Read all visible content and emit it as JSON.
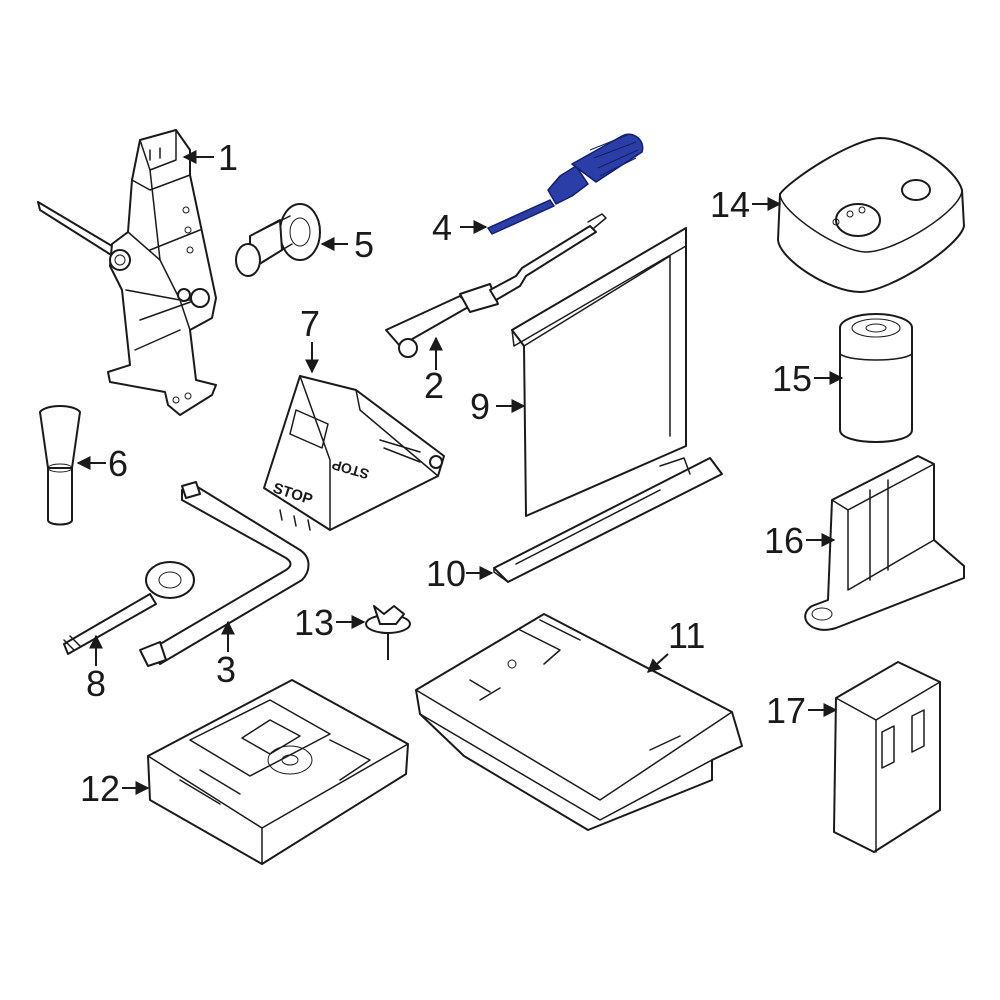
{
  "colors": {
    "line": "#1a1a1a",
    "highlight": "#2b3ea8",
    "background": "#ffffff"
  },
  "callouts": [
    {
      "id": 1,
      "label": "1"
    },
    {
      "id": 2,
      "label": "2"
    },
    {
      "id": 3,
      "label": "3"
    },
    {
      "id": 4,
      "label": "4",
      "highlighted": true
    },
    {
      "id": 5,
      "label": "5"
    },
    {
      "id": 6,
      "label": "6"
    },
    {
      "id": 7,
      "label": "7"
    },
    {
      "id": 8,
      "label": "8"
    },
    {
      "id": 9,
      "label": "9"
    },
    {
      "id": 10,
      "label": "10"
    },
    {
      "id": 11,
      "label": "11"
    },
    {
      "id": 12,
      "label": "12"
    },
    {
      "id": 13,
      "label": "13"
    },
    {
      "id": 14,
      "label": "14"
    },
    {
      "id": 15,
      "label": "15"
    },
    {
      "id": 16,
      "label": "16"
    },
    {
      "id": 17,
      "label": "17"
    }
  ],
  "wheel_chock_stamp": {
    "front": "STOP",
    "side": "STOP"
  }
}
